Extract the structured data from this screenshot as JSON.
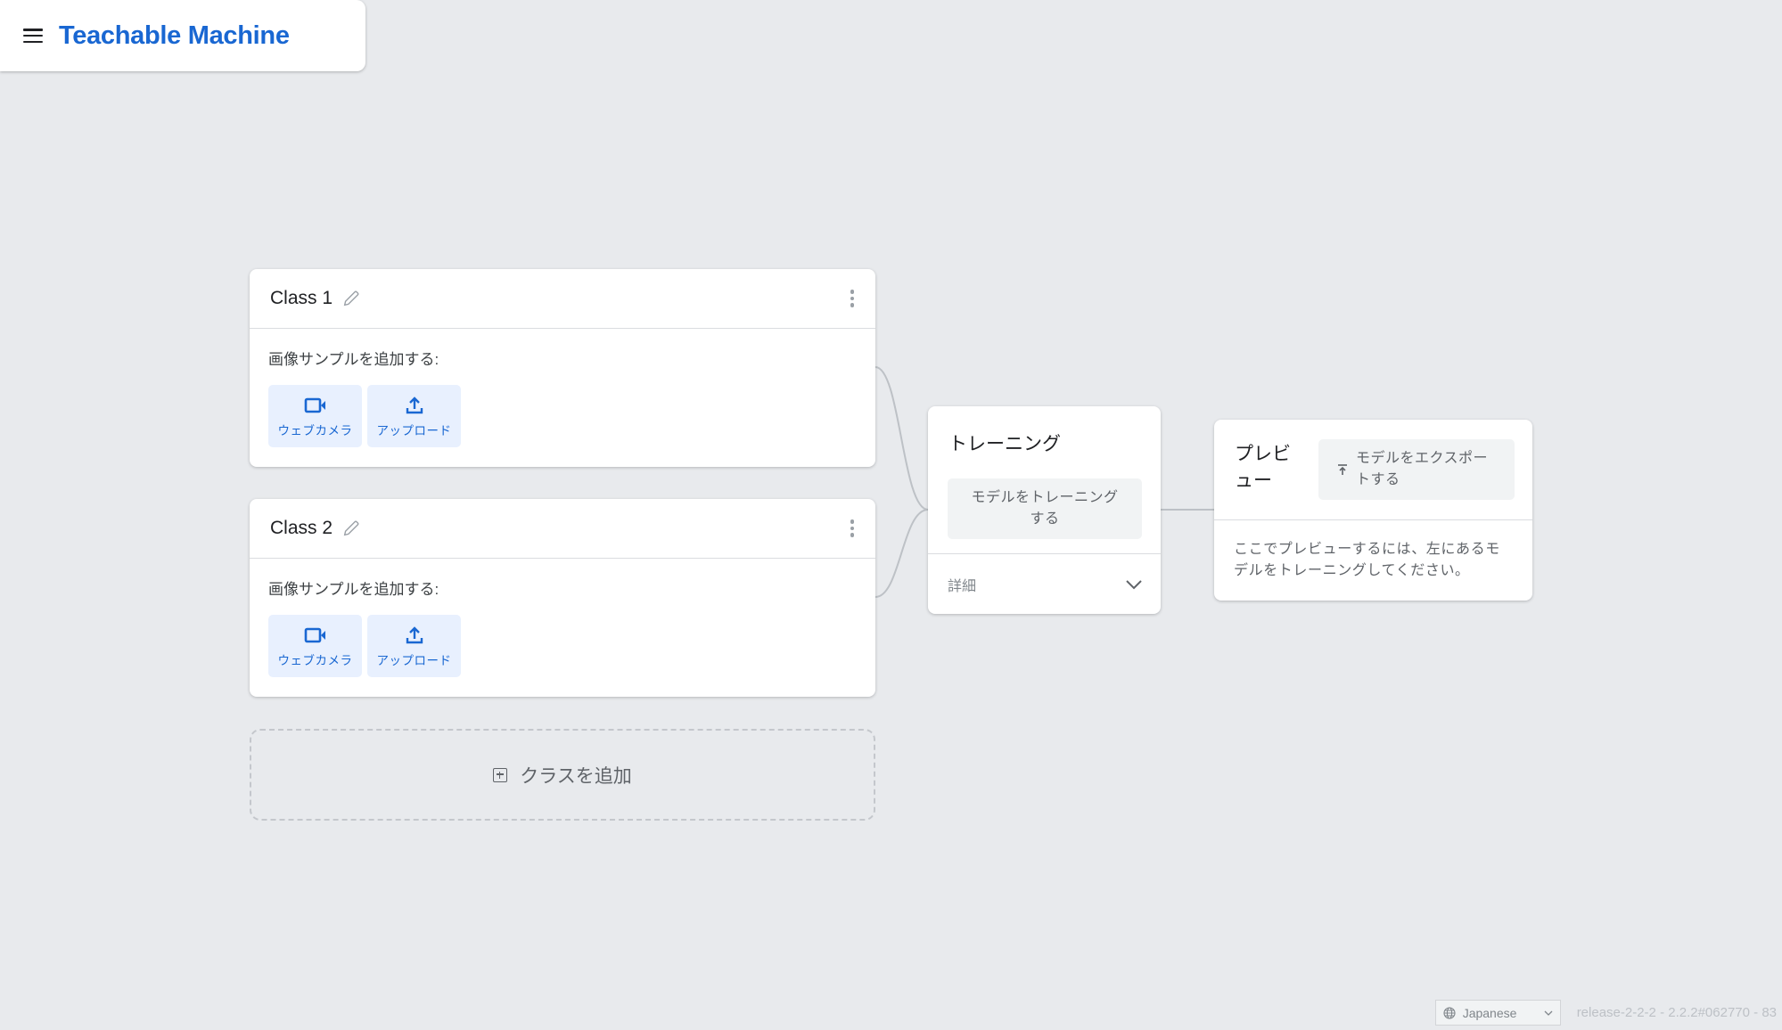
{
  "header": {
    "menu_icon": "hamburger-menu-icon",
    "title": "Teachable Machine",
    "brand_color": "#1967d2"
  },
  "classes": [
    {
      "name": "Class 1",
      "sample_label": "画像サンプルを追加する:",
      "sources": [
        {
          "label": "ウェブカメラ",
          "icon": "webcam-icon"
        },
        {
          "label": "アップロード",
          "icon": "upload-icon"
        }
      ]
    },
    {
      "name": "Class 2",
      "sample_label": "画像サンプルを追加する:",
      "sources": [
        {
          "label": "ウェブカメラ",
          "icon": "webcam-icon"
        },
        {
          "label": "アップロード",
          "icon": "upload-icon"
        }
      ]
    }
  ],
  "add_class": {
    "label": "クラスを追加",
    "icon": "add-box-icon"
  },
  "training": {
    "title": "トレーニング",
    "train_button": "モデルをトレーニングする",
    "advanced_label": "詳細"
  },
  "preview": {
    "title": "プレビュー",
    "export_button": "モデルをエクスポートする",
    "message": "ここでプレビューするには、左にあるモデルをトレーニングしてください。"
  },
  "footer": {
    "language": "Japanese",
    "version": "release-2-2-2 - 2.2.2#062770 - 83"
  },
  "colors": {
    "background": "#e8eaed",
    "accent": "#1967d2",
    "source_button_bg": "#e8f0fe",
    "neutral_button_bg": "#f1f3f4"
  }
}
